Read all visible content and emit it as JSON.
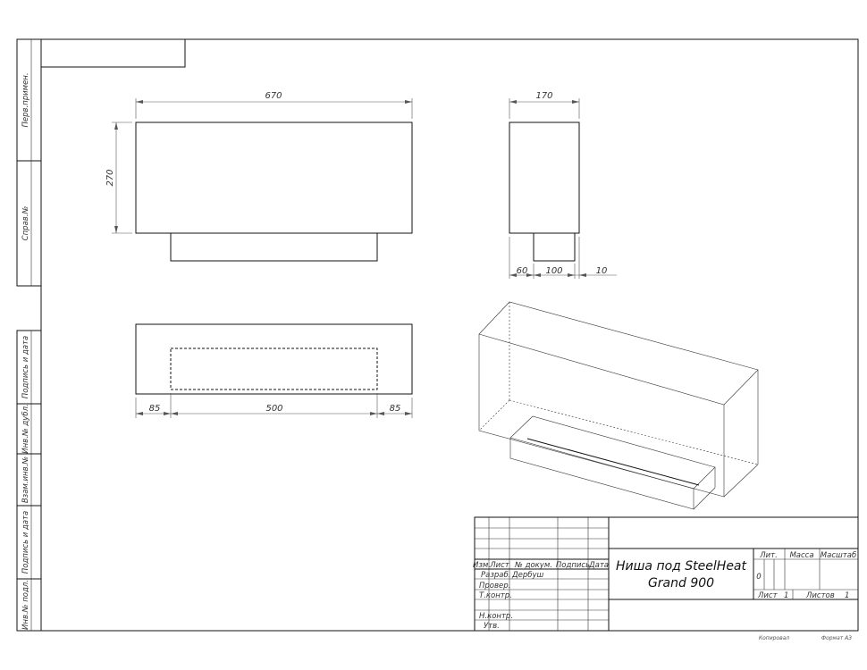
{
  "sheet": {
    "side_labels": [
      "Перв.примен.",
      "Справ.№",
      "Подпись и дата",
      "Инв.№ дубл.",
      "Взам.инв.№",
      "Подпись и дата",
      "Инв.№ подл."
    ]
  },
  "front_view": {
    "width_dim": "670",
    "height_dim": "270"
  },
  "side_view": {
    "width_dim": "170",
    "dim_a": "60",
    "dim_b": "100",
    "dim_c": "10"
  },
  "top_view": {
    "dim_left": "85",
    "dim_center": "500",
    "dim_right": "85"
  },
  "title_block": {
    "title_line1": "Ниша под SteelHeat",
    "title_line2": "Grand 900",
    "col_izm": "Изм.",
    "col_list": "Лист",
    "col_doc": "№ докум.",
    "col_sign": "Подпись",
    "col_date": "Дата",
    "row_razrab": "Разраб.",
    "razrab_name": "Дербуш",
    "row_prover": "Провер.",
    "row_tkontr": "Т.контр.",
    "row_nkontr": "Н.контр.",
    "row_utv": "Утв.",
    "lit": "Лит.",
    "massa": "Масса",
    "masshtab": "Масштаб",
    "lit_value": "0",
    "list_label": "Лист",
    "list_value": "1",
    "listov_label": "Листов",
    "listov_value": "1"
  },
  "footer": {
    "kopiroval": "Копировал",
    "format": "Формат А3"
  }
}
